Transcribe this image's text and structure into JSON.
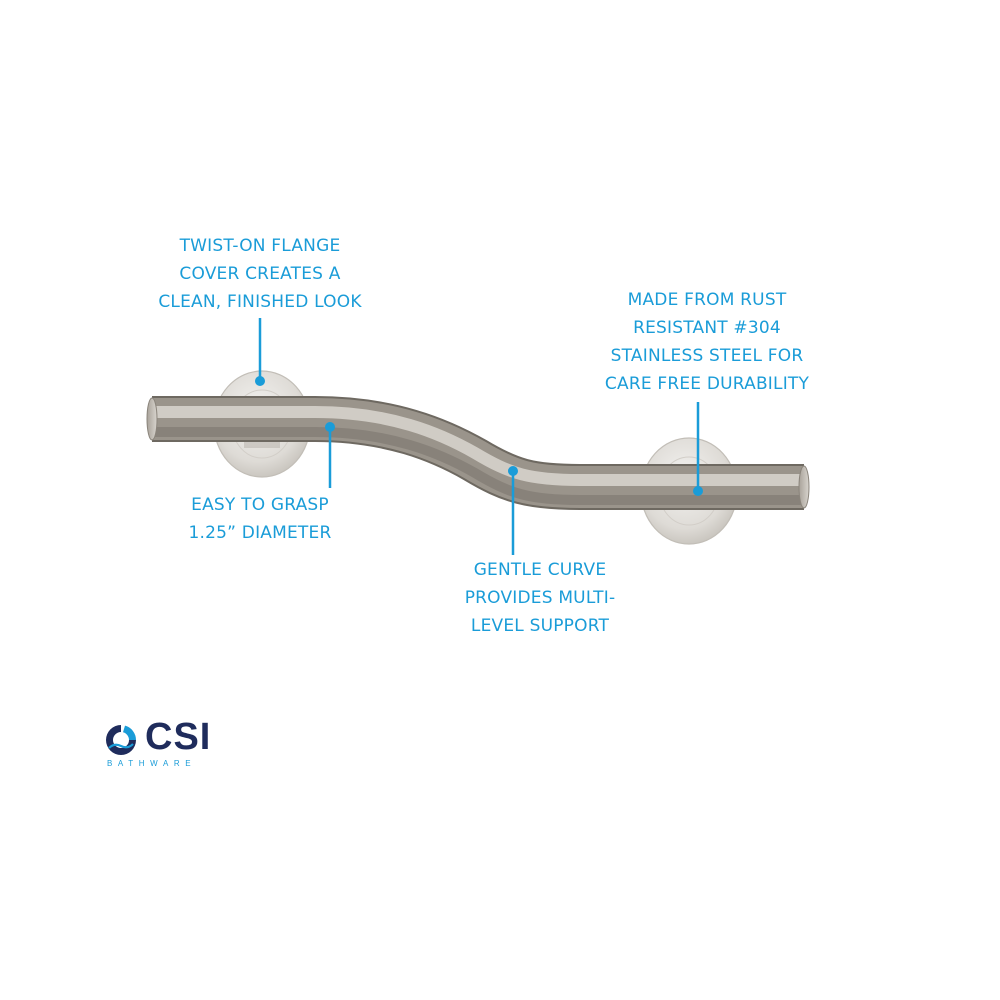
{
  "callouts": {
    "flange": [
      "TWIST-ON FLANGE",
      "COVER CREATES A",
      "CLEAN, FINISHED LOOK"
    ],
    "steel": [
      "MADE FROM RUST",
      "RESISTANT #304",
      "STAINLESS STEEL FOR",
      "CARE FREE DURABILITY"
    ],
    "grasp": [
      "EASY TO GRASP",
      "1.25” DIAMETER"
    ],
    "curve": [
      "GENTLE CURVE",
      "PROVIDES MULTI-",
      "LEVEL SUPPORT"
    ]
  },
  "logo": {
    "name": "CSI",
    "subtitle": "BATHWARE"
  },
  "colors": {
    "accent": "#1a9cd8",
    "logo_navy": "#1f2c5c",
    "steel": "#b8b2aa",
    "background": "#ffffff"
  },
  "icons": {
    "logo_mark": "swirl-logo-icon"
  }
}
